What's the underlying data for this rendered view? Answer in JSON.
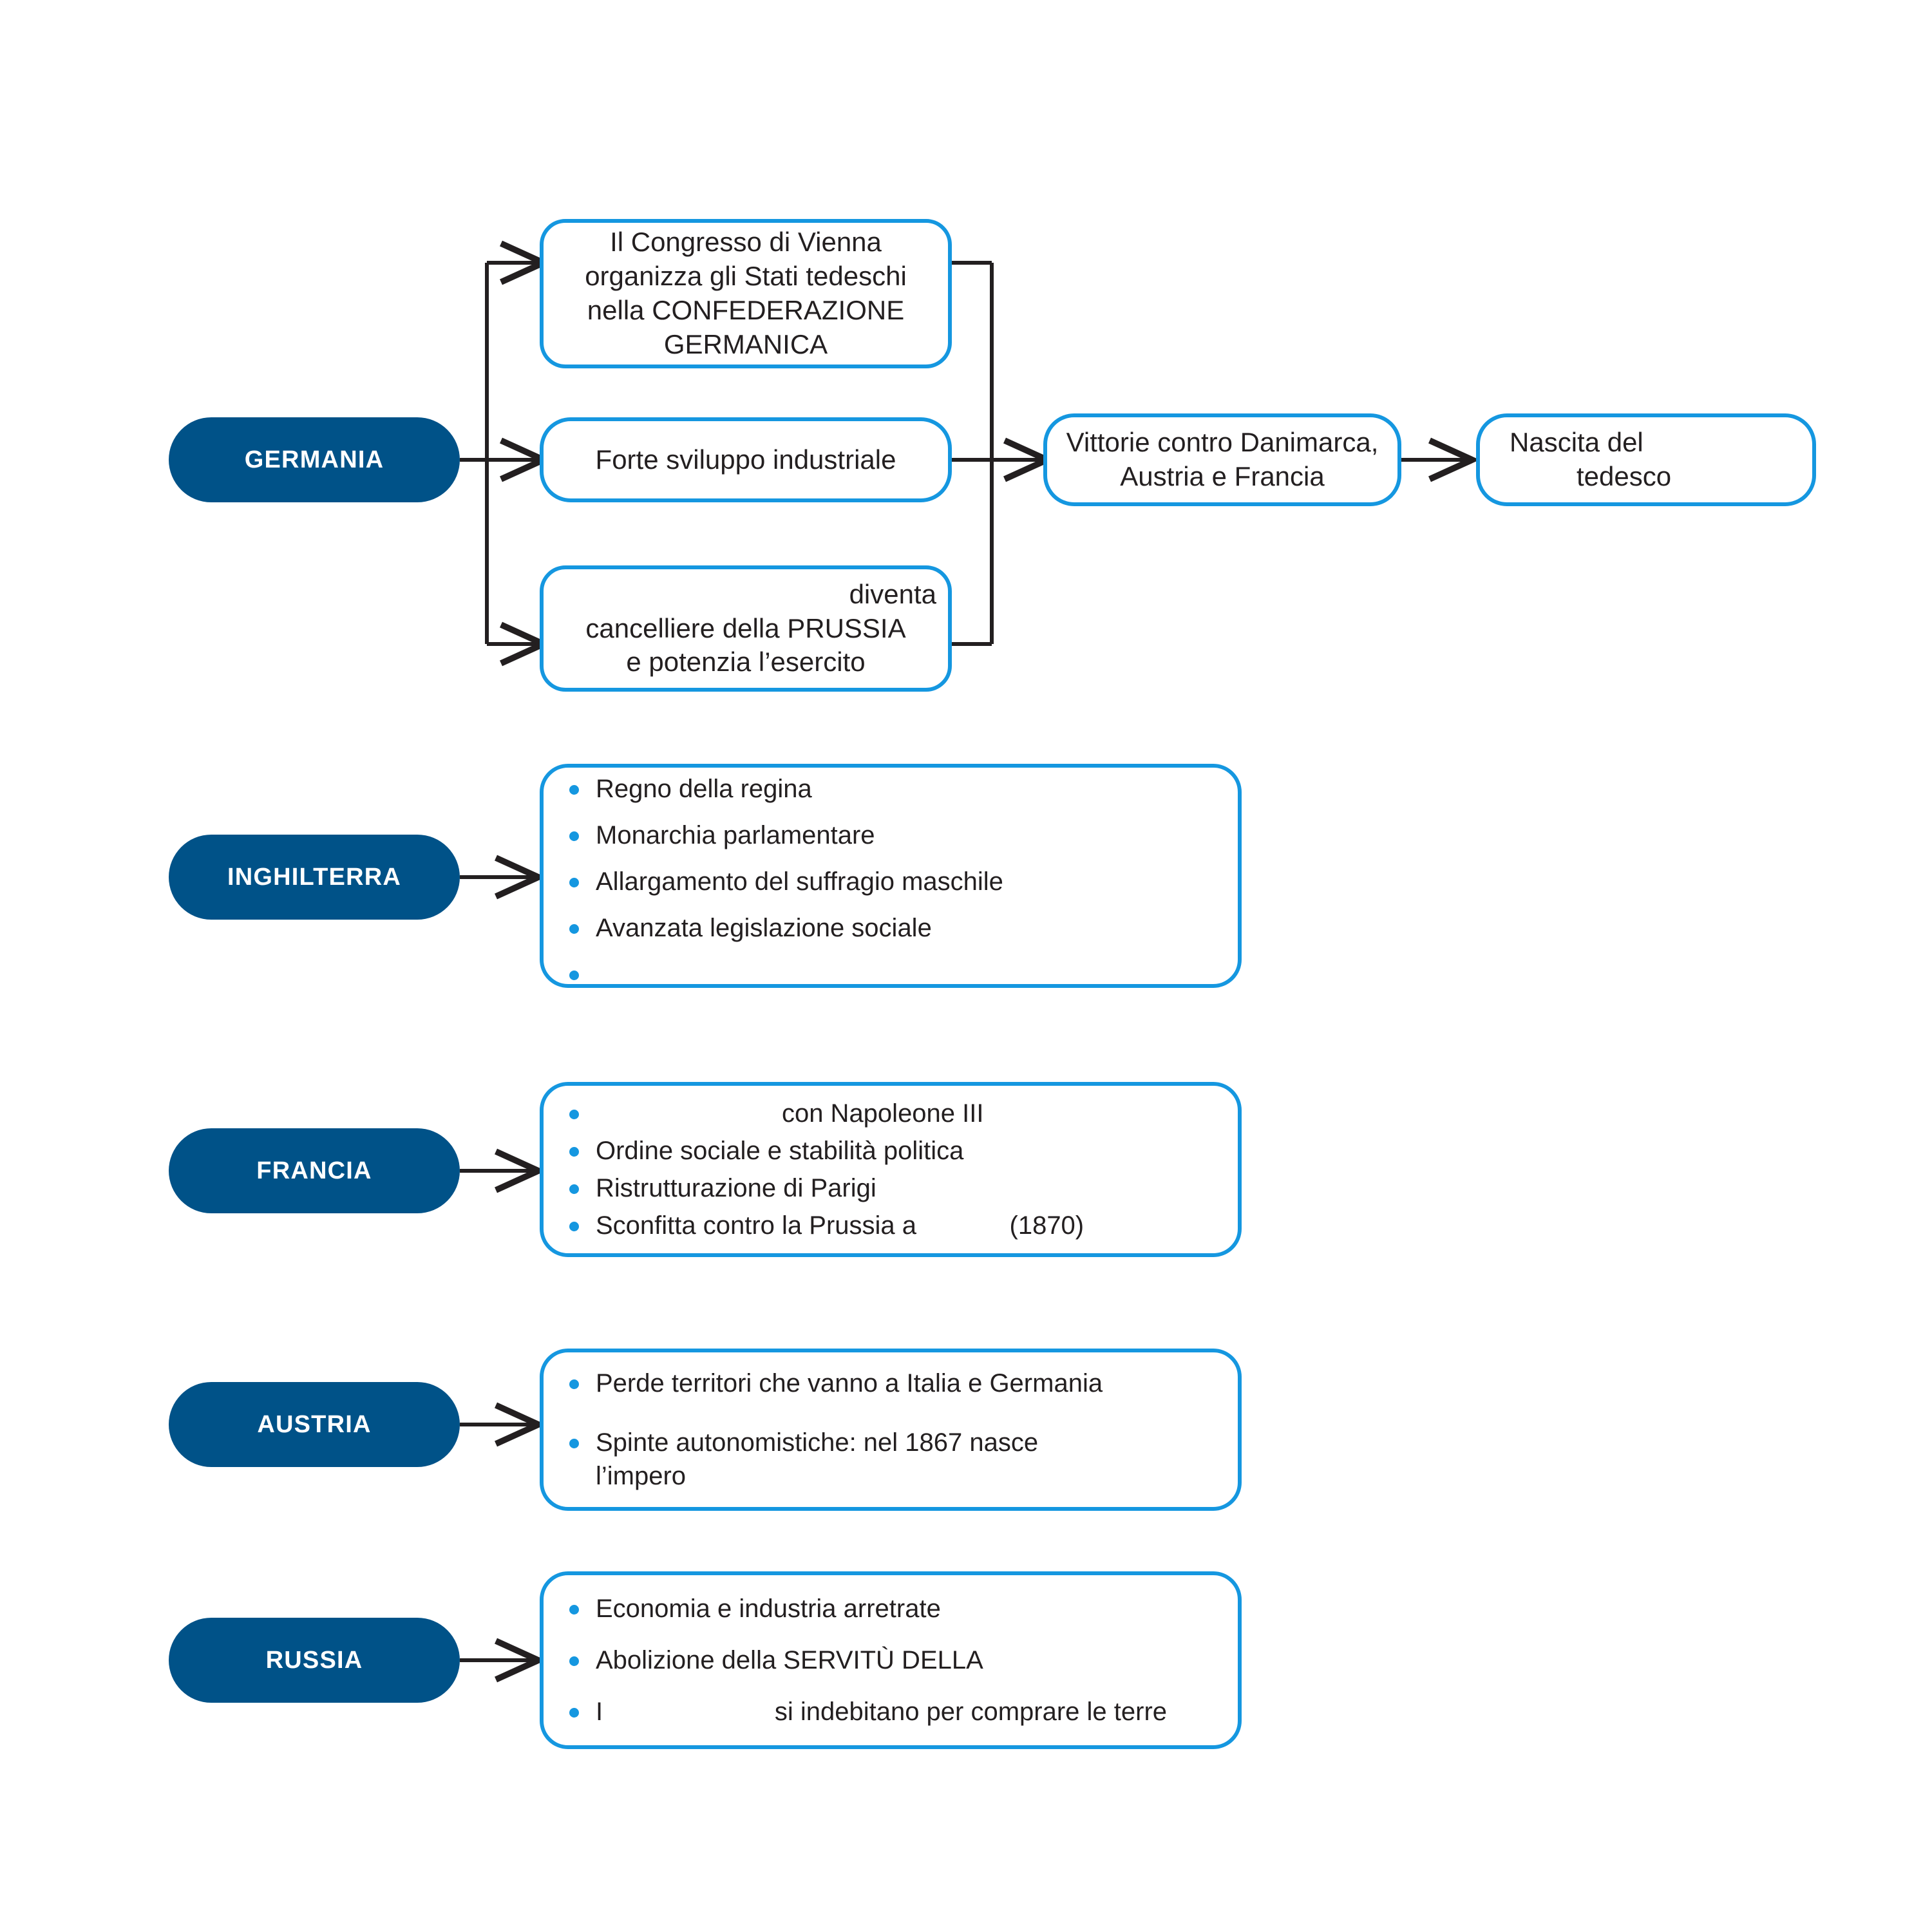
{
  "diagram": {
    "title": "Schema riassuntivo: Stati europei nell'Ottocento",
    "colors": {
      "pill_fill": "#005288",
      "pill_text": "#ffffff",
      "box_border": "#1597E0",
      "bullet": "#1597E0",
      "text": "#231f20",
      "connector": "#231f20",
      "background": "#ffffff"
    }
  },
  "sections": {
    "germania": {
      "pill_label": "GERMANIA",
      "box_vienna": {
        "lines": [
          "Il Congresso di Vienna",
          "organizza gli Stati tedeschi",
          "nella CONFEDERAZIONE",
          "GERMANICA"
        ]
      },
      "box_industria": {
        "lines": [
          "Forte sviluppo industriale"
        ]
      },
      "box_cancelliere": {
        "lines": [
          "diventa",
          "cancelliere della PRUSSIA",
          "e potenzia l’esercito"
        ]
      },
      "box_vittorie": {
        "lines": [
          "Vittorie contro Danimarca,",
          "Austria e Francia"
        ]
      },
      "box_nascita": {
        "lines": [
          "Nascita del",
          "tedesco"
        ]
      }
    },
    "inghilterra": {
      "pill_label": "INGHILTERRA",
      "bullets": [
        "Regno della regina",
        "Monarchia parlamentare",
        "Allargamento del suffragio maschile",
        "Avanzata legislazione sociale",
        ""
      ]
    },
    "francia": {
      "pill_label": "FRANCIA",
      "bullets": [
        "                          con Napoleone III",
        "Ordine sociale e stabilità politica",
        "Ristrutturazione di Parigi",
        "Sconfitta contro la Prussia a             (1870)"
      ]
    },
    "austria": {
      "pill_label": "AUSTRIA",
      "bullets": [
        "Perde territori che vanno a Italia e Germania",
        "Spinte autonomistiche: nel 1867 nasce\nl’impero"
      ]
    },
    "russia": {
      "pill_label": "RUSSIA",
      "bullets": [
        "Economia e industria arretrate",
        "Abolizione della SERVITÙ DELLA",
        "I                        si indebitano per comprare le terre"
      ]
    }
  }
}
